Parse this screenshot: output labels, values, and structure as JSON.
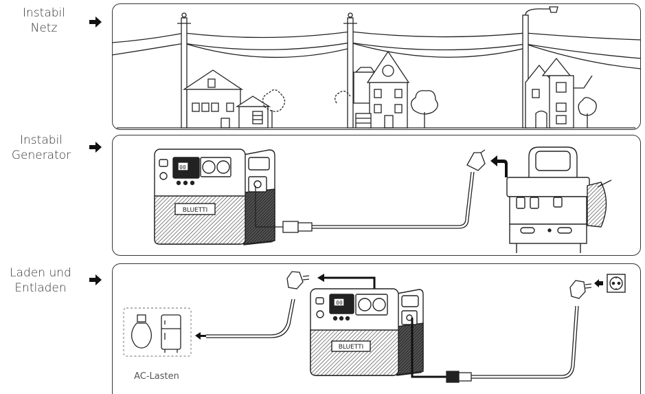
{
  "rows": [
    {
      "line1": "Instabil",
      "line2": "Netz"
    },
    {
      "line1": "Instabil",
      "line2": "Generator"
    },
    {
      "line1": "Laden und",
      "line2": "Entladen"
    }
  ],
  "brand": "BLUETTI",
  "display_text": "00",
  "loads_caption": "AC-Lasten",
  "colors": {
    "stroke": "#222222",
    "panel_border": "#333333",
    "dashed": "#999999"
  }
}
